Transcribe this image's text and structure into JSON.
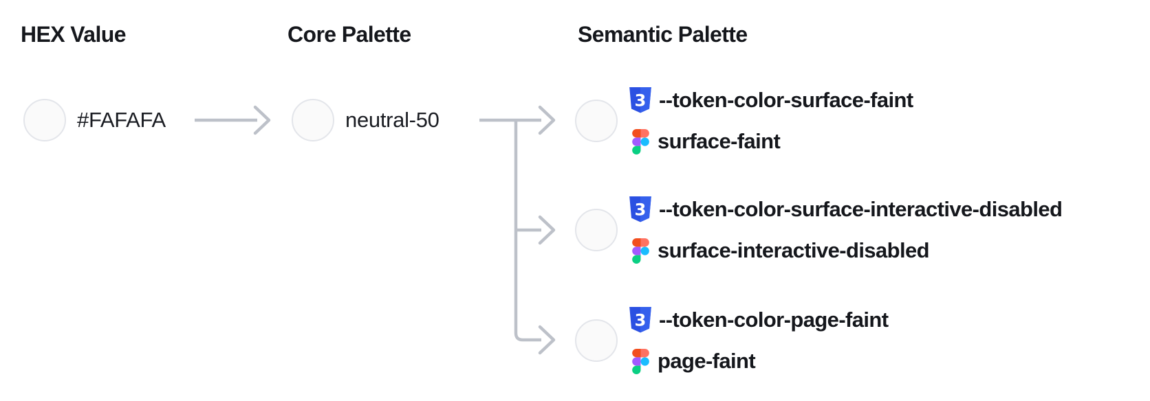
{
  "headers": {
    "hex": "HEX Value",
    "core": "Core Palette",
    "semantic": "Semantic Palette"
  },
  "hex_node": {
    "value": "#FAFAFA",
    "swatch": "#FAFAFA"
  },
  "core_node": {
    "name": "neutral-50",
    "swatch": "#FAFAFA"
  },
  "semantic_nodes": [
    {
      "css_token": "--token-color-surface-faint",
      "figma_token": "surface-faint",
      "swatch": "#FAFAFA"
    },
    {
      "css_token": "--token-color-surface-interactive-disabled",
      "figma_token": "surface-interactive-disabled",
      "swatch": "#FAFAFA"
    },
    {
      "css_token": "--token-color-page-faint",
      "figma_token": "page-faint",
      "swatch": "#FAFAFA"
    }
  ],
  "icons": {
    "css": "css3-shield-icon",
    "figma": "figma-logo-icon",
    "arrow": "arrow-right-connector"
  },
  "colors": {
    "connector": "#bdc1c9",
    "swatch_border": "#e3e5ea",
    "text_primary": "#15171c",
    "css_badge": "#2b50e2",
    "css_badge_light": "#3560ec",
    "figma_red": "#F24E1E",
    "figma_salmon": "#FF7262",
    "figma_purple": "#A259FF",
    "figma_blue": "#1ABCFE",
    "figma_green": "#0ACF83"
  }
}
